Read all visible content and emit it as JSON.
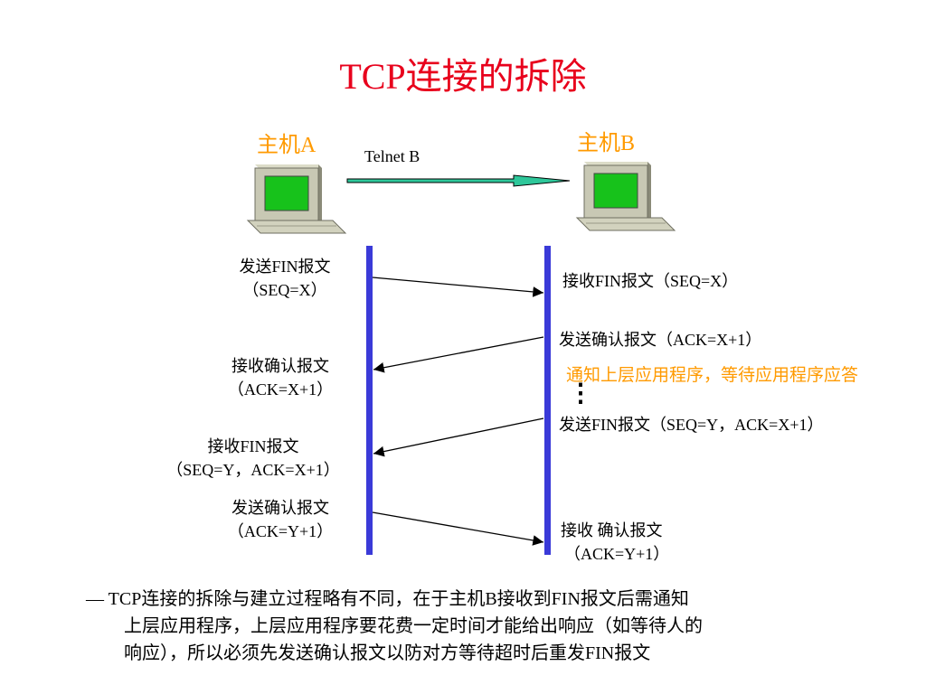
{
  "title": "TCP连接的拆除",
  "colors": {
    "title": "#e8001c",
    "host_label": "#ff9a00",
    "note": "#ff9a00",
    "timeline": "#3a3ad8",
    "arrow_fill": "#2ec79a",
    "screen": "#17c21b"
  },
  "hosts": {
    "a_label": "主机A",
    "b_label": "主机B",
    "connection_label": "Telnet B"
  },
  "host_a_messages": [
    {
      "line1": "发送FIN报文",
      "line2": "（SEQ=X）"
    },
    {
      "line1": "接收确认报文",
      "line2": "（ACK=X+1）"
    },
    {
      "line1": "接收FIN报文",
      "line2": "（SEQ=Y，ACK=X+1）"
    },
    {
      "line1": "发送确认报文",
      "line2": "（ACK=Y+1）"
    }
  ],
  "host_b_messages": [
    {
      "text": "接收FIN报文（SEQ=X）"
    },
    {
      "text": "发送确认报文（ACK=X+1）"
    },
    {
      "text": "发送FIN报文（SEQ=Y，ACK=X+1）"
    },
    {
      "line1": "接收 确认报文",
      "line2": "（ACK=Y+1）"
    }
  ],
  "note": "通知上层应用程序，等待应用程序应答",
  "ellipsis": "⋮",
  "footnote": {
    "line1": "— TCP连接的拆除与建立过程略有不同，在于主机B接收到FIN报文后需通知",
    "line2": "上层应用程序，上层应用程序要花费一定时间才能给出响应（如等待人的",
    "line3": "响应），所以必须先发送确认报文以防对方等待超时后重发FIN报文"
  }
}
